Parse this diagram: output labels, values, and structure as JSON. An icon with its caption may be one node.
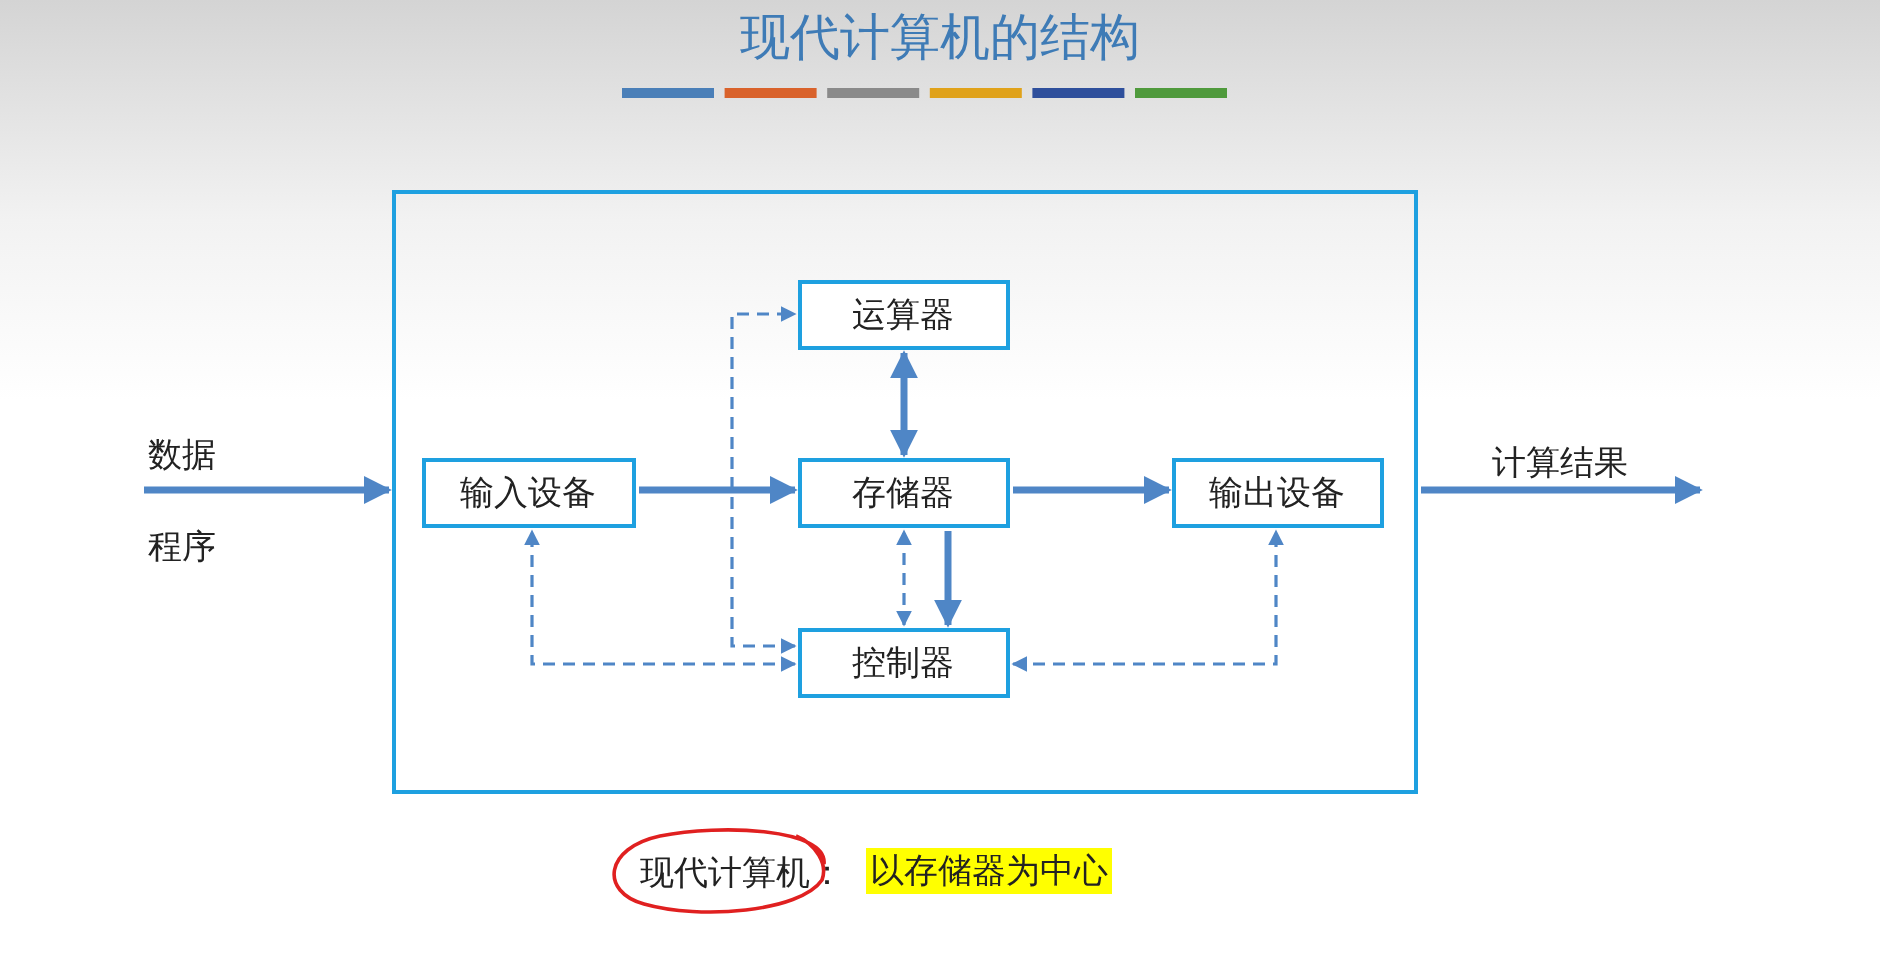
{
  "diagram": {
    "title": "现代计算机的结构",
    "nodes": [
      {
        "text": [],
        "shape": "box"
      },
      {
        "text": [
          "运算器"
        ],
        "in": 0
      },
      {
        "text": [
          "输入设备"
        ],
        "in": 0
      },
      {
        "text": [
          "存储器"
        ],
        "in": 0
      },
      {
        "text": [
          "输出设备"
        ],
        "in": 0
      },
      {
        "text": [
          "控制器"
        ],
        "in": 0
      }
    ],
    "edges": [
      {
        "from": null,
        "to": 0,
        "arrow": "to",
        "label": "数据"
      },
      {
        "from": 2,
        "to": 3,
        "arrow": "to"
      },
      {
        "from": 1,
        "to": 3,
        "arrow": "both"
      },
      {
        "from": 3,
        "to": 4,
        "arrow": "to"
      },
      {
        "from": 3,
        "to": 5,
        "arrow": "to"
      },
      {
        "from": 5,
        "to": 3,
        "arrow": "both",
        "style": "dashed"
      },
      {
        "from": 5,
        "to": 1,
        "arrow": "both",
        "style": "dashed"
      },
      {
        "from": 5,
        "to": 2,
        "arrow": "both",
        "style": "dashed"
      },
      {
        "from": 5,
        "to": 4,
        "arrow": "both",
        "style": "dashed"
      },
      {
        "from": 0,
        "to": null,
        "arrow": "to",
        "label": "计算结果"
      }
    ],
    "labels": [
      "程序",
      "现代计算机：",
      "以存储器为中心"
    ]
  }
}
